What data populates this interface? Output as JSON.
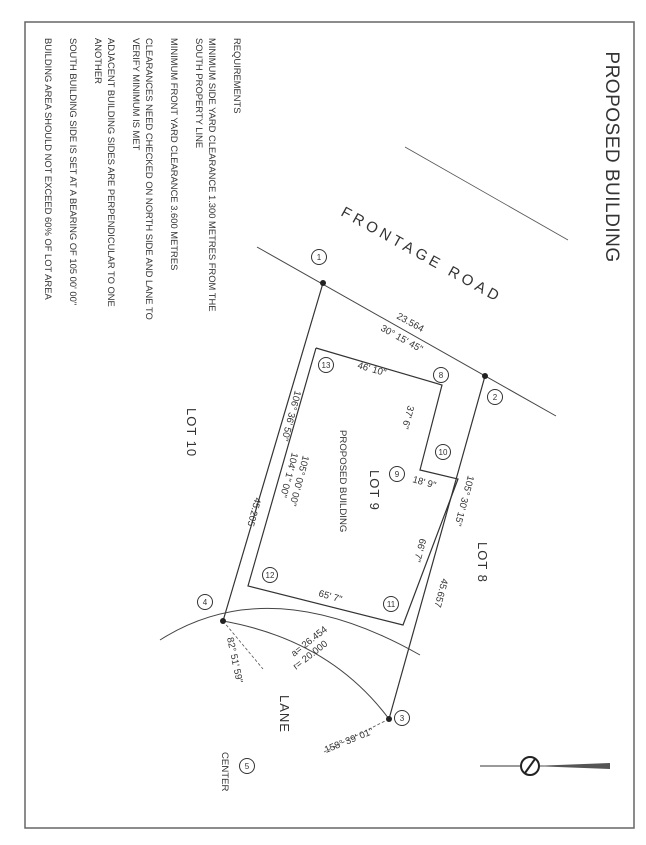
{
  "title": "PROPOSED BUILDING",
  "requirements": {
    "heading": "REQUIREMENTS",
    "lines": [
      "MINIMUM SIDE YARD CLEARANCE 1.300 METRES FROM THE",
      "SOUTH PROPERTY LINE",
      "MINIMUM FRONT YARD CLEARANCE 3.600 METRES",
      "CLEARANCES NEED CHECKED ON NORTH SIDE AND LANE TO",
      "VERIFY MINIMUM IS MET",
      "ADJACENT BUILDING SIDES ARE PERPENDICULAR TO ONE",
      "ANOTHER",
      "SOUTH BUILDING SIDE IS SET AT A BEARING OF 105 00' 00\"",
      "BUILDING AREA SHOULD NOT EXCEED 60% OF LOT AREA"
    ]
  },
  "labels": {
    "frontage_road": "FRONTAGE ROAD",
    "lane": "LANE",
    "lot8": "LOT 8",
    "lot9": "LOT 9",
    "lot10": "LOT 10",
    "proposed_building": "PROPOSED BUILDING",
    "center": "CENTER"
  },
  "dimensions": {
    "front_distance": "23.564",
    "front_bearing": "30° 15' 45\"",
    "east_bearing": "105° 30' 15\"",
    "east_distance": "45.657",
    "west_bearing": "106° 36' 50\"",
    "west_distance": "45.205",
    "arc_length": "a= 26.454",
    "radius": "r= 20.000",
    "arc_angle": "82° 51' 59\"",
    "corner3_bearing": "158° 39' 01\"",
    "bldg_top": "46' 10\"",
    "bldg_notch_vert": "37' 6\"",
    "bldg_notch_horz": "18' 9\"",
    "bldg_right": "66' 7\"",
    "bldg_bottom": "65' 7\"",
    "bldg_left_bearing": "105° 00' 00\"",
    "bldg_left_length": "104' 1\" 00\""
  },
  "nodes": [
    "1",
    "2",
    "3",
    "4",
    "5",
    "8",
    "9",
    "10",
    "11",
    "12",
    "13"
  ]
}
